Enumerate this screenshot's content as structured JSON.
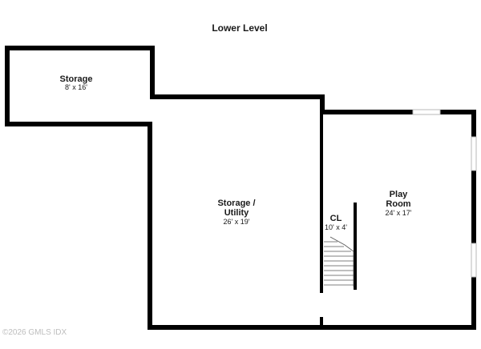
{
  "plan": {
    "title": "Lower Level",
    "copyright": "©2026 GMLS IDX",
    "wall_color": "#000000",
    "window_color": "#cfcfcf",
    "rooms": [
      {
        "id": "storage-small",
        "name": "Storage",
        "name_line2": "",
        "dimensions": "8' x 16'"
      },
      {
        "id": "storage-utility",
        "name": "Storage /",
        "name_line2": "Utility",
        "dimensions": "26' x 19'"
      },
      {
        "id": "closet",
        "name": "CL",
        "name_line2": "",
        "dimensions": "10' x 4'"
      },
      {
        "id": "play-room",
        "name": "Play",
        "name_line2": "Room",
        "dimensions": "24' x 17'"
      }
    ]
  }
}
